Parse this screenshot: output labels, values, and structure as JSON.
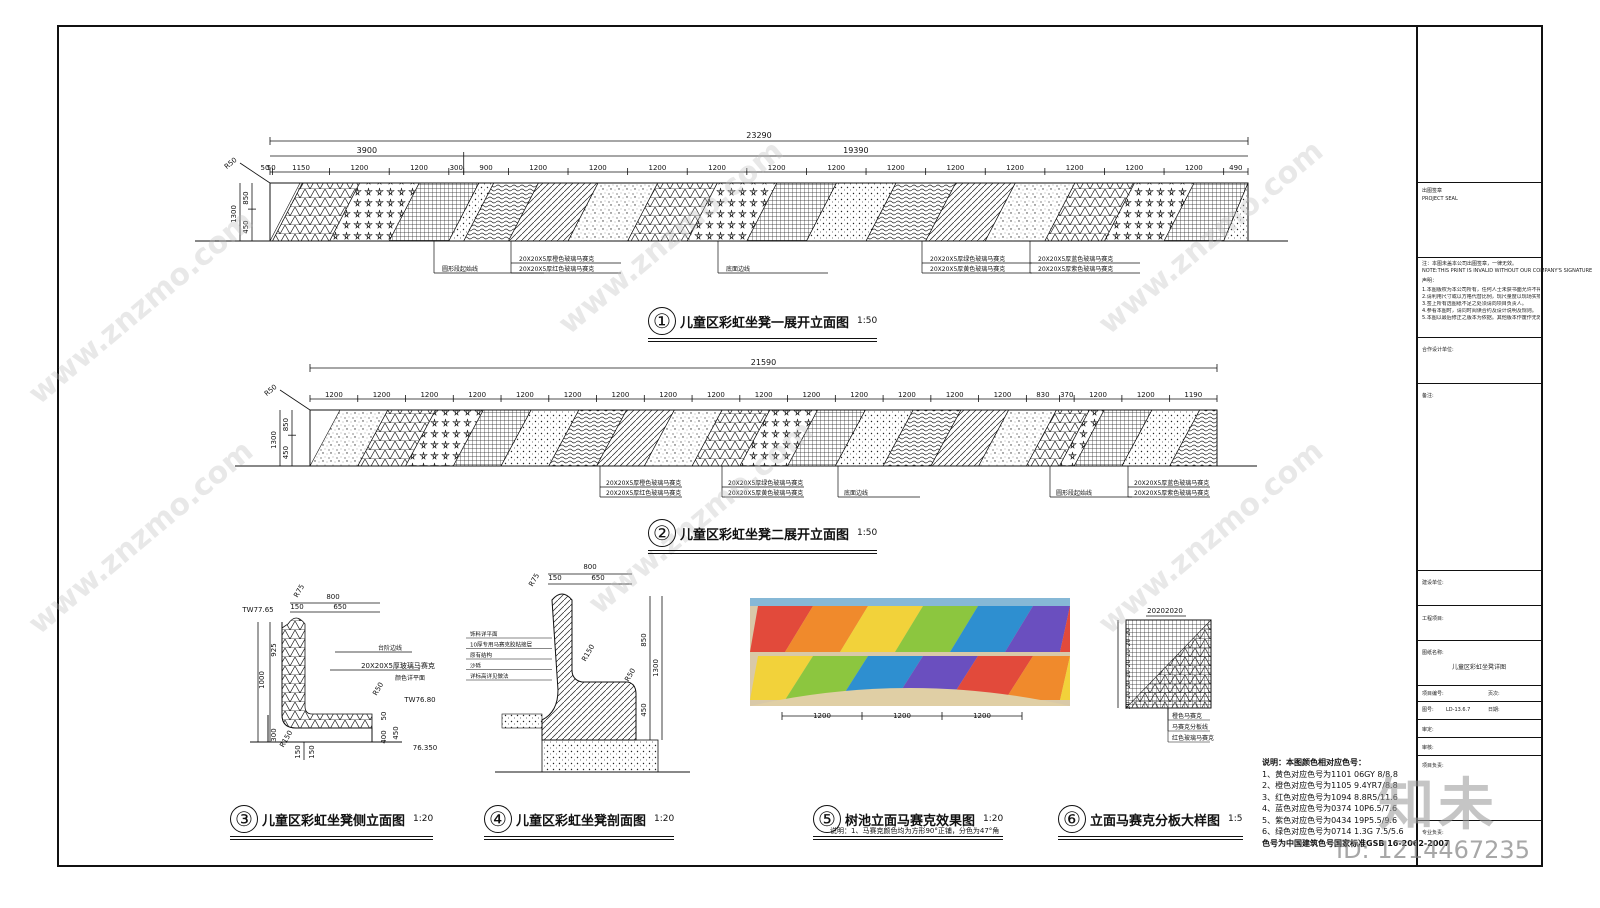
{
  "drawings": [
    {
      "num": "①",
      "title": "儿童区彩虹坐凳一展开立面图",
      "scale": "1:50"
    },
    {
      "num": "②",
      "title": "儿童区彩虹坐凳二展开立面图",
      "scale": "1:50"
    },
    {
      "num": "③",
      "title": "儿童区彩虹坐凳侧立面图",
      "scale": "1:20"
    },
    {
      "num": "④",
      "title": "儿童区彩虹坐凳剖面图",
      "scale": "1:20"
    },
    {
      "num": "⑤",
      "title": "树池立面马赛克效果图",
      "scale": "1:20"
    },
    {
      "num": "⑥",
      "title": "立面马赛克分板大样图",
      "scale": "1:5"
    }
  ],
  "elev1": {
    "total": "23290",
    "left_dim": "3900",
    "right_dim": "19390",
    "radius": "R50",
    "start": "50",
    "segments": [
      "1150",
      "1200",
      "1200",
      "300",
      "900",
      "1200",
      "1200",
      "1200",
      "1200",
      "1200",
      "1200",
      "1200",
      "1200",
      "1200",
      "1200",
      "1200",
      "1200",
      "490"
    ],
    "heights": [
      "1300",
      "850",
      "450"
    ],
    "labels": [
      "圆形段起始线",
      "20X20X5厚橙色玻璃马赛克",
      "20X20X5厚红色玻璃马赛克",
      "底面边线",
      "20X20X5厚绿色玻璃马赛克",
      "20X20X5厚黄色玻璃马赛克",
      "20X20X5厚蓝色玻璃马赛克",
      "20X20X5厚紫色玻璃马赛克"
    ]
  },
  "elev2": {
    "total": "21590",
    "radius": "R50",
    "segments": [
      "1200",
      "1200",
      "1200",
      "1200",
      "1200",
      "1200",
      "1200",
      "1200",
      "1200",
      "1200",
      "1200",
      "1200",
      "1200",
      "1200",
      "1200",
      "830",
      "370",
      "1200",
      "1200",
      "1190"
    ],
    "heights": [
      "1300",
      "850",
      "450"
    ],
    "labels": [
      "20X20X5厚橙色玻璃马赛克",
      "20X20X5厚红色玻璃马赛克",
      "20X20X5厚绿色玻璃马赛克",
      "20X20X5厚黄色玻璃马赛克",
      "底面边线",
      "圆形段起始线",
      "20X20X5厚蓝色玻璃马赛克",
      "20X20X5厚紫色玻璃马赛克"
    ]
  },
  "side": {
    "r75": "R75",
    "tw1": "TW77.65",
    "tw2": "TW76.80",
    "elev": "76.350",
    "d800": "800",
    "d150": "150",
    "d650": "650",
    "h1000": "1000",
    "h925": "925",
    "h300": "300",
    "h150a": "150",
    "h150b": "150",
    "h50": "50",
    "h400": "400",
    "h450": "450",
    "r150": "R150",
    "r50": "R50",
    "lbl1": "台阶边线",
    "lbl2": "20X20X5厚玻璃马赛克",
    "lbl3": "颜色详平面"
  },
  "section": {
    "r75": "R75",
    "d800": "800",
    "d150": "150",
    "d650": "650",
    "h850": "850",
    "h1300": "1300",
    "h450": "450",
    "r150": "R150",
    "r50": "R50",
    "layers": [
      "饰料详平面",
      "10厚专用马赛克胶粘接层",
      "原有结构",
      "沙砾",
      "详标高详见做法"
    ]
  },
  "mosaic": {
    "dims": [
      "1200",
      "1200",
      "1200"
    ],
    "note": "说明：1、马赛克颜色均为方形90°正铺，分色为47°角",
    "colors": [
      "#e24a3b",
      "#f08a2c",
      "#f2d23a",
      "#8cc63f",
      "#2e8fd0",
      "#6a4fbf"
    ]
  },
  "detail6": {
    "top": "20202020",
    "sides": [
      "20",
      "20",
      "20",
      "20",
      "20",
      "20",
      "20",
      "20"
    ],
    "labels": [
      "橙色马赛克",
      "马赛克分板线",
      "红色玻璃马赛克"
    ]
  },
  "legend": {
    "head": "说明：本图颜色相对应色号：",
    "items": [
      "1、黄色对应色号为1101 06GY 8/8.8",
      "2、橙色对应色号为1105 9.4YR7/8.8",
      "3、红色对应色号为1094 8.8R5/11.6",
      "4、蓝色对应色号为0374 10P6.5/7.6",
      "5、紫色对应色号为0434 19P5.5/9.6",
      "6、绿色对应色号为0714 1.3G 7.5/5.6"
    ],
    "foot": "色号为中国建筑色号国家标准GSB 16-2062-2007"
  },
  "titleblock": {
    "seal": "出图签章",
    "seal_en": "PROJECT SEAL",
    "note_main": "注：本图未盖本公司出图签章，一律无效。",
    "note_en": "NOTE:THIS PRINT IS INVALID WITHOUT OUR COMPANY'S SIGNATURE",
    "statement": "声明：",
    "notes": [
      "1.本图版权为本公司所有，任何人士未获书面允许不得翻印任何部分。",
      "2.请利用尺寸或以方格代替比例，现尺量度以现场实物为准。",
      "3.签上所有选图纸不足之处须请向项目负责人。",
      "4.参看本图时，请同时阅读合约及设计说明及规则。",
      "5.本图以最后修正之版本为依据。其他版本作废作无效。"
    ],
    "coop": "合作设计单位:",
    "remarks": "备注:",
    "construction": "建设单位:",
    "project": "工程项目:",
    "drawing_title": "图纸名称:",
    "drawing_name": "儿童区彩虹坐凳详图",
    "project_no": "项目编号:",
    "page": "页次:",
    "drawing_no": "图号:",
    "drawing_no_val": "LD-13.6.7",
    "date": "日期:",
    "approved": "审定:",
    "reviewed": "审核:",
    "leader": "项目负责:",
    "specialty": "专业负责:"
  },
  "watermark": {
    "text": "知未",
    "id": "ID: 1214467235",
    "url": "www.znzmo.com"
  }
}
